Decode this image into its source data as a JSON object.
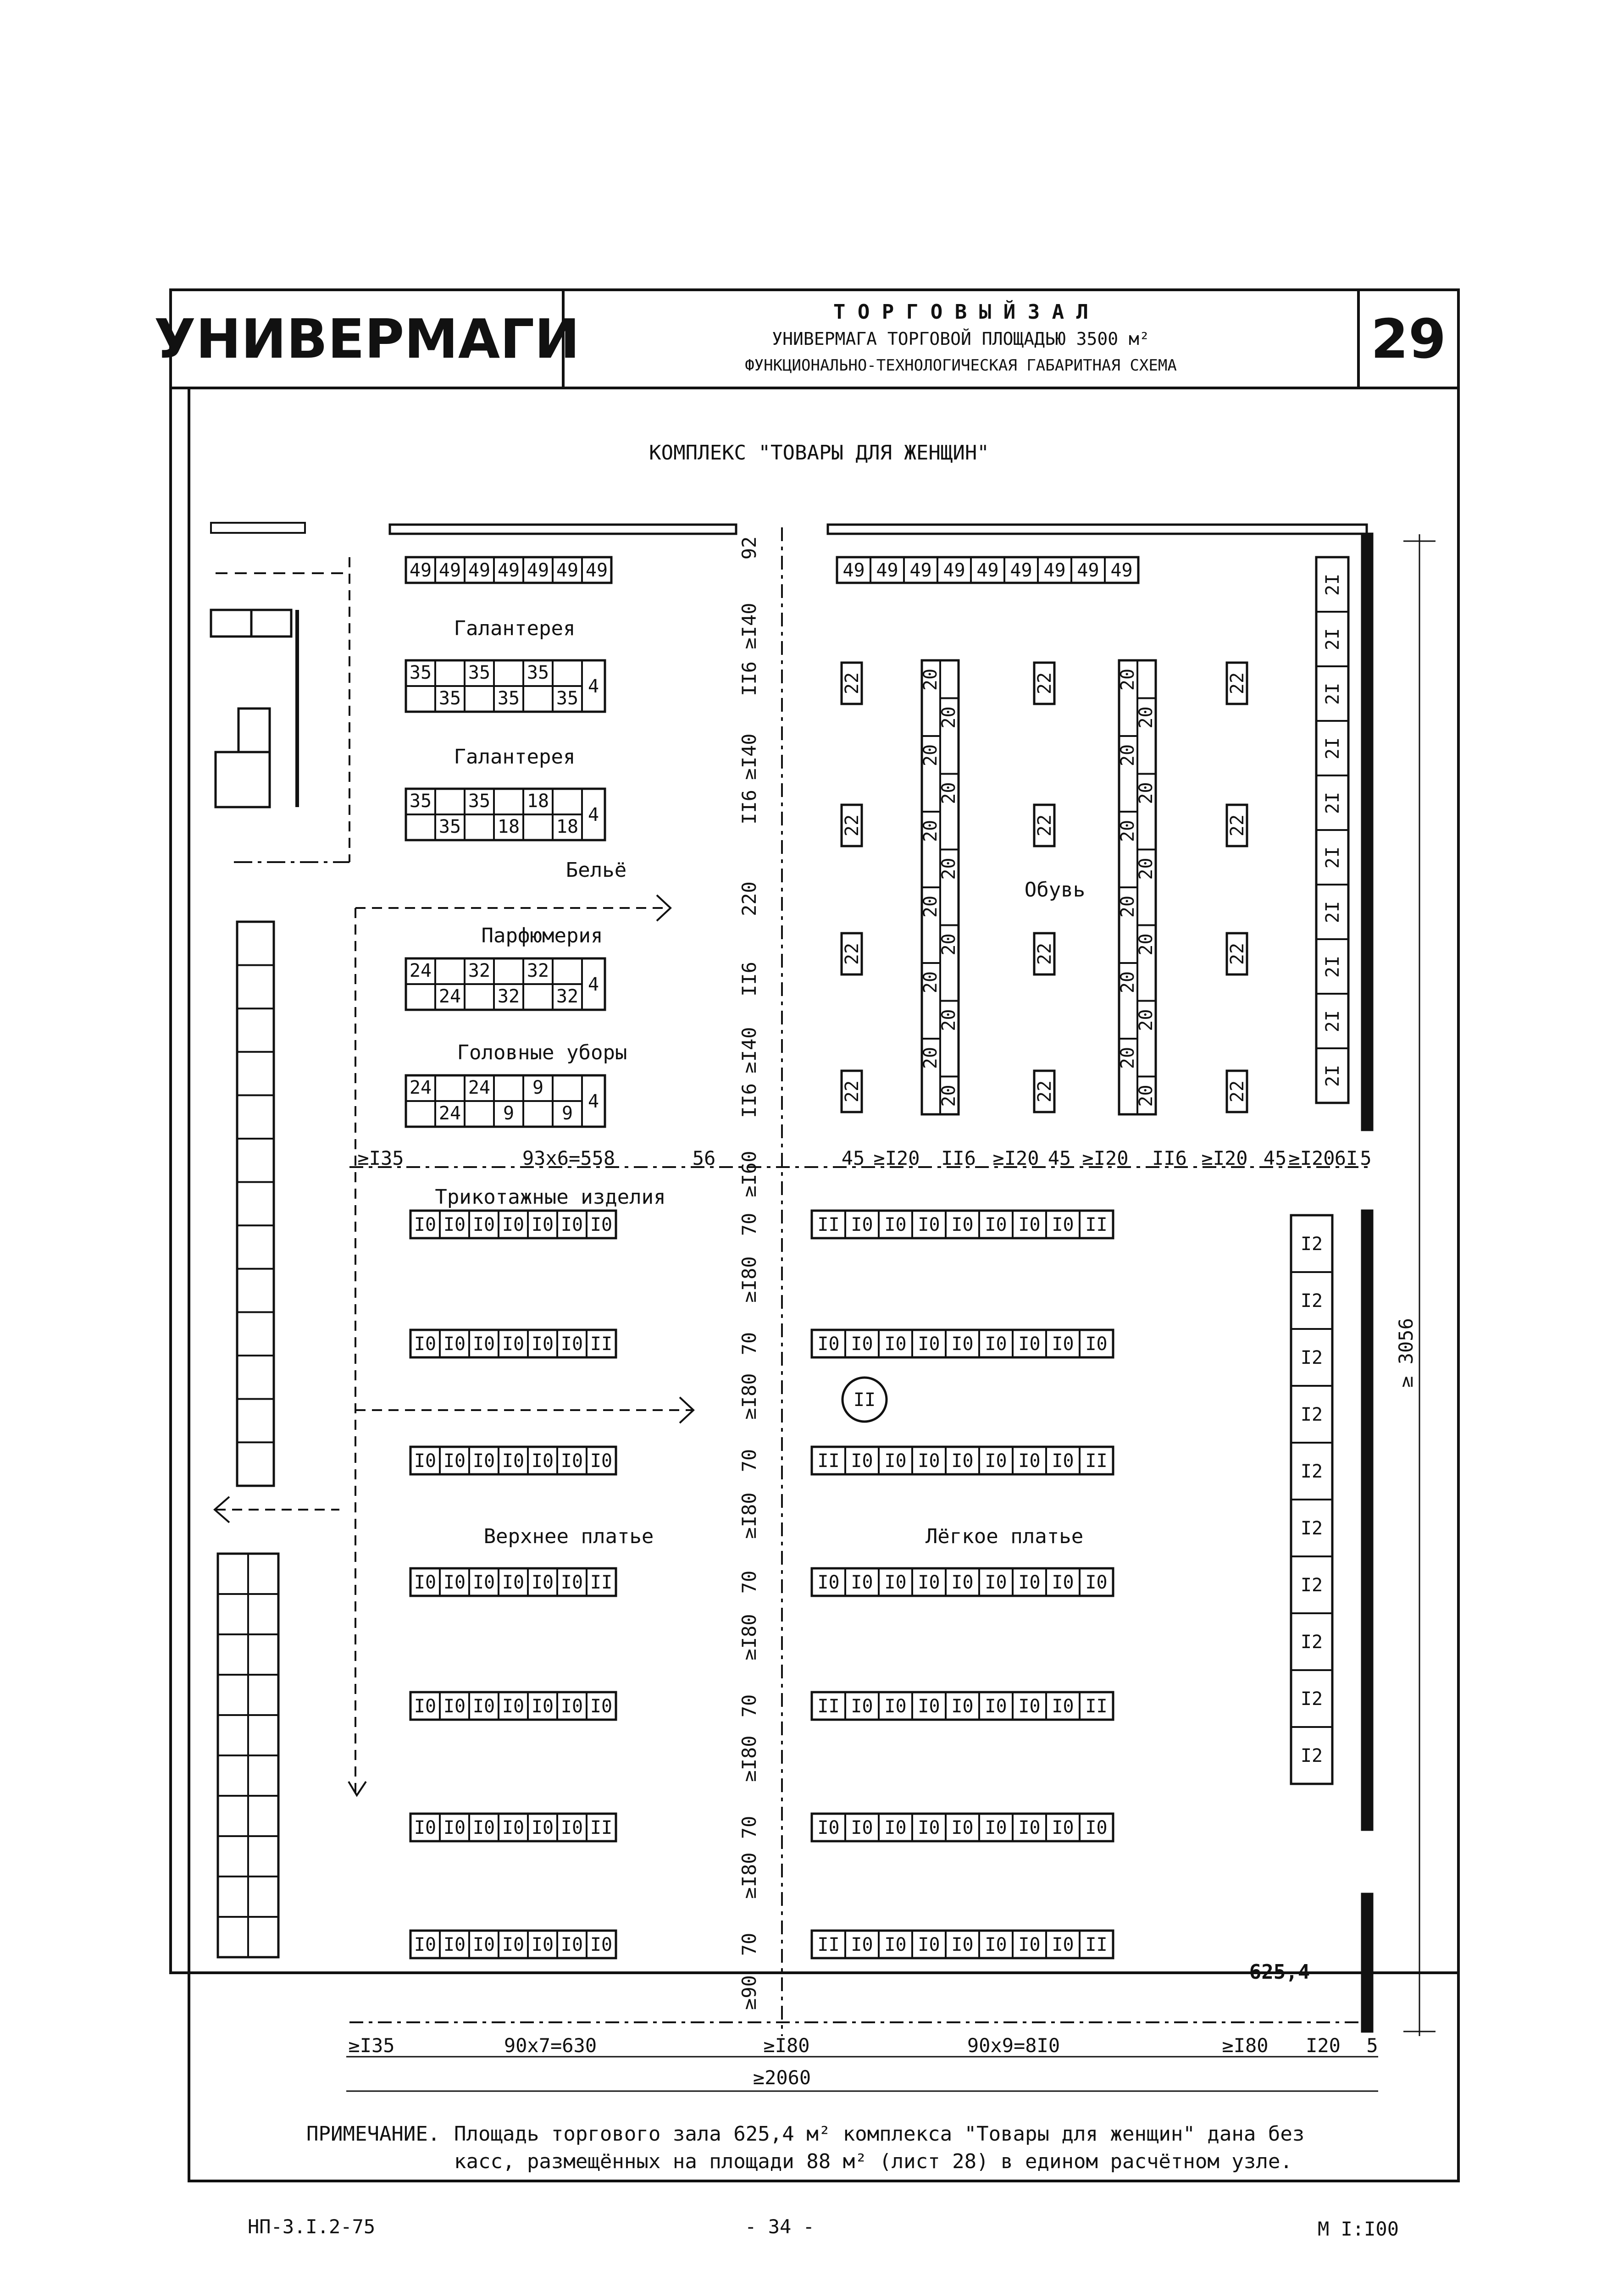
{
  "header": {
    "series": "УНИВЕРМАГИ",
    "title_line1": "Т О Р Г О В Ы Й   З А Л",
    "title_line2": "УНИВЕРМАГА ТОРГОВОЙ ПЛОЩАДЬЮ 3500 м²",
    "title_line3": "ФУНКЦИОНАЛЬНО-ТЕХНОЛОГИЧЕСКАЯ ГАБАРИТНАЯ СХЕМА",
    "sheet_number": "29"
  },
  "plan": {
    "complex_title": "КОМПЛЕКС \"ТОВАРЫ ДЛЯ ЖЕНЩИН\"",
    "sections": {
      "haberdashery": "Галантерея",
      "linen": "Бельё",
      "perfumery": "Парфюмерия",
      "hats": "Головные уборы",
      "knitwear": "Трикотажные изделия",
      "footwear": "Обувь",
      "outerwear": "Верхнее платье",
      "light_dress": "Лёгкое платье"
    },
    "fitting_mark": "II",
    "area_value": "625,4",
    "left_top_row": [
      "49",
      "49",
      "49",
      "49",
      "49",
      "49",
      "49"
    ],
    "right_top_row": [
      "49",
      "49",
      "49",
      "49",
      "49",
      "49",
      "49",
      "49",
      "49"
    ],
    "galantereya1": {
      "top": [
        "35",
        "",
        "35",
        "",
        "35",
        ""
      ],
      "bottom": [
        "",
        "35",
        "",
        "35",
        "",
        "35"
      ],
      "end": "4"
    },
    "galantereya2": {
      "top": [
        "35",
        "",
        "35",
        "",
        "18",
        ""
      ],
      "bottom": [
        "",
        "35",
        "",
        "18",
        "",
        "18"
      ],
      "end": "4"
    },
    "parfum": {
      "top": [
        "24",
        "",
        "32",
        "",
        "32",
        ""
      ],
      "bottom": [
        "",
        "24",
        "",
        "32",
        "",
        "32"
      ],
      "end": "4"
    },
    "hats_unit": {
      "top": [
        "24",
        "",
        "24",
        "",
        "9",
        ""
      ],
      "bottom": [
        "",
        "24",
        "",
        "9",
        "",
        "9"
      ],
      "end": "4"
    },
    "knit_row": [
      "I0",
      "I0",
      "I0",
      "I0",
      "I0",
      "I0",
      "I0"
    ],
    "left_rows": [
      [
        "I0",
        "I0",
        "I0",
        "I0",
        "I0",
        "I0",
        "II"
      ],
      [
        "I0",
        "I0",
        "I0",
        "I0",
        "I0",
        "I0",
        "I0"
      ],
      [
        "I0",
        "I0",
        "I0",
        "I0",
        "I0",
        "I0",
        "II"
      ],
      [
        "I0",
        "I0",
        "I0",
        "I0",
        "I0",
        "I0",
        "I0"
      ],
      [
        "I0",
        "I0",
        "I0",
        "I0",
        "I0",
        "I0",
        "II"
      ],
      [
        "I0",
        "I0",
        "I0",
        "I0",
        "I0",
        "I0",
        "I0"
      ]
    ],
    "right_rows": [
      [
        "II",
        "I0",
        "I0",
        "I0",
        "I0",
        "I0",
        "I0",
        "I0",
        "II"
      ],
      [
        "I0",
        "I0",
        "I0",
        "I0",
        "I0",
        "I0",
        "I0",
        "I0",
        "I0"
      ],
      [
        "II",
        "I0",
        "I0",
        "I0",
        "I0",
        "I0",
        "I0",
        "I0",
        "II"
      ],
      [
        "I0",
        "I0",
        "I0",
        "I0",
        "I0",
        "I0",
        "I0",
        "I0",
        "I0"
      ],
      [
        "II",
        "I0",
        "I0",
        "I0",
        "I0",
        "I0",
        "I0",
        "I0",
        "II"
      ],
      [
        "I0",
        "I0",
        "I0",
        "I0",
        "I0",
        "I0",
        "I0",
        "I0",
        "I0"
      ],
      [
        "II",
        "I0",
        "I0",
        "I0",
        "I0",
        "I0",
        "I0",
        "I0",
        "II"
      ]
    ],
    "wall_units": [
      "2I",
      "2I",
      "2I",
      "2I",
      "2I",
      "2I",
      "2I",
      "2I",
      "2I",
      "2I"
    ],
    "cabins": [
      "I2",
      "I2",
      "I2",
      "I2",
      "I2",
      "I2",
      "I2",
      "I2",
      "I2",
      "I2"
    ],
    "shoe_value_a": "20",
    "shoe_value_b": "22",
    "vertical_dims": [
      "92",
      "≥I40",
      "II6",
      "≥I40",
      "II6",
      "220",
      "II6",
      "≥I40",
      "II6",
      "≥I60",
      "70",
      "≥I80",
      "70",
      "≥I80",
      "70",
      "≥I80",
      "70",
      "≥I80",
      "70",
      "≥I80",
      "70",
      "≥I80",
      "70",
      "≥90"
    ],
    "dim_row_mid_left": [
      "≥I35",
      "93х6=558",
      "56"
    ],
    "dim_row_mid_right": [
      "45",
      "≥I20",
      "II6",
      "≥I20",
      "45",
      "≥I20",
      "II6",
      "≥I20",
      "45",
      "≥I20",
      "6I",
      "5"
    ],
    "dim_row_bottom": [
      "≥I35",
      "90х7=630",
      "≥I80",
      "90х9=8I0",
      "≥I80",
      "I20",
      "5"
    ],
    "total_width": "≥2060",
    "total_depth": "≥ 3056"
  },
  "note": {
    "label": "ПРИМЕЧАНИЕ.",
    "line1": "Площадь торгового зала 625,4 м² комплекса \"Товары для женщин\" дана без",
    "line2": "касс, размещённых на площади 88 м² (лист 28) в едином расчётном узле."
  },
  "footer": {
    "code": "НП-3.I.2-75",
    "page": "- 34 -",
    "scale": "М I:I00"
  }
}
